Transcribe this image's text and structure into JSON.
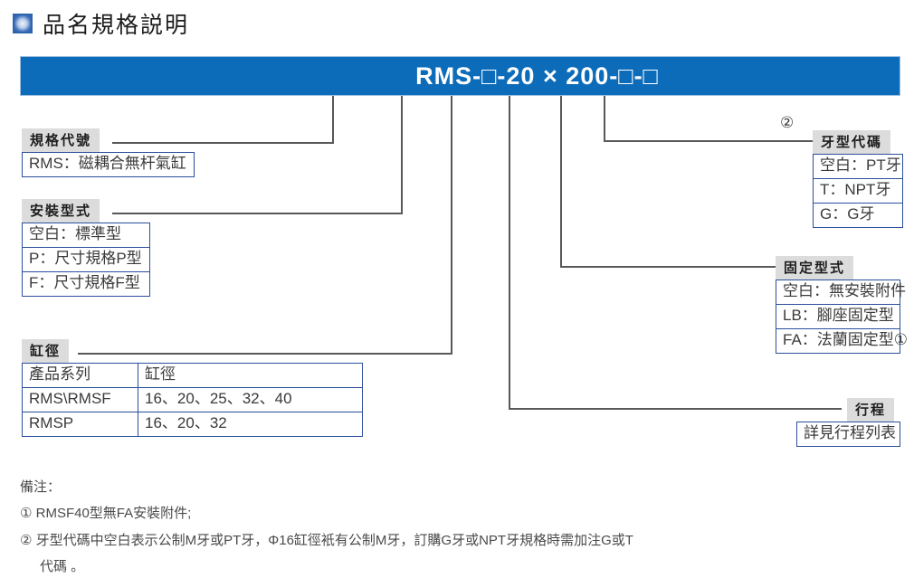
{
  "page": {
    "title": "品名規格説明",
    "title_icon": "blue-square-icon"
  },
  "banner": {
    "model_code": "RMS-□-20 × 200-□-□",
    "background_color": "#0d6cb9",
    "text_color": "#ffffff"
  },
  "callouts": {
    "spec_code": {
      "caption": "規格代號",
      "options": [
        "RMS：磁耦合無杆氣缸"
      ]
    },
    "mounting_type": {
      "caption": "安裝型式",
      "options": [
        "空白：標準型",
        "P：尺寸規格P型",
        "F：尺寸規格F型"
      ]
    },
    "bore": {
      "caption": "缸徑",
      "columns": [
        "產品系列",
        "缸徑"
      ],
      "rows": [
        [
          "RMS\\RMSF",
          "16、20、25、32、40"
        ],
        [
          "RMSP",
          "16、20、32"
        ]
      ]
    },
    "thread_code": {
      "caption": "牙型代碼",
      "marker": "②",
      "options": [
        "空白：PT牙",
        "T：NPT牙",
        "G：G牙"
      ]
    },
    "fixing_type": {
      "caption": "固定型式",
      "options": [
        "空白：無安裝附件",
        "LB：腳座固定型",
        "FA：法蘭固定型①"
      ]
    },
    "stroke": {
      "caption": "行程",
      "options": [
        "詳見行程列表"
      ]
    }
  },
  "notes": {
    "heading": "備注：",
    "items": [
      "① RMSF40型無FA安裝附件;",
      "② 牙型代碼中空白表示公制M牙或PT牙，Φ16缸徑衹有公制M牙，訂購G牙或NPT牙規格時需加注G或T",
      "代碼 。"
    ]
  }
}
